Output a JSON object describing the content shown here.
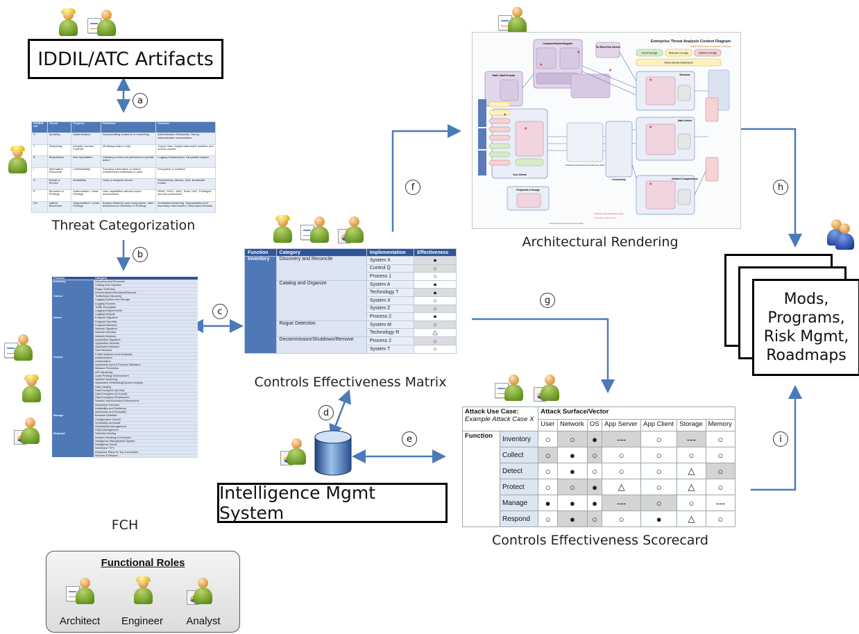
{
  "colors": {
    "table_header": "#2f5597",
    "table_function": "#4f79b6",
    "table_row_alt": "#dde5f2",
    "arrow": "#4a7ab8",
    "outline": "#000000"
  },
  "artifacts_box": {
    "label": "IDDIL/ATC Artifacts"
  },
  "threat_categorization": {
    "caption": "Threat Categorization",
    "headers": [
      "STRIDE LM",
      "Threat",
      "Property",
      "Definition",
      "Controls"
    ],
    "rows": [
      [
        "S",
        "Spoofing",
        "Authentication",
        "Impersonating someone or something",
        "Authentication Directories, Strong Authentication mechanisms"
      ],
      [
        "T",
        "Tampering",
        "Integrity / Access Controls",
        "Modifying data or code",
        "Crypto Hash, Digital watermark/ Isolation and access checks"
      ],
      [
        "R",
        "Repudiation",
        "Non-repudiation",
        "Claiming to have not performed a specific action",
        "Logging infrastructure, full-packet capture"
      ],
      [
        "I",
        "Information Disclosure",
        "Confidentiality",
        "Exposing information or data to unauthorized individuals or roles",
        "Encryption or Isolation"
      ],
      [
        "D",
        "Denial of Service",
        "Availability",
        "Deny or degrade service",
        "Redundancy, failover, QoS, Bandwidth throttle"
      ],
      [
        "E",
        "Elevation of Privilege",
        "Authorization / Least Privilege",
        "Gain capabilities without proper authorization",
        "RBAC, DACL, MAC, Sudo, UAC, Privileged account protections"
      ],
      [
        "LM",
        "Lateral Movement",
        "Segmentation / Least Privilege",
        "Expand influence post-compromise, often dependent on Elevation of Privilege",
        "Credential Hardening, Segmentation and Boundary enforcement, Host-based firewalls"
      ]
    ]
  },
  "fch": {
    "caption": "FCH",
    "headers": [
      "Function",
      "Category"
    ],
    "groups": [
      {
        "function": "Inventory",
        "categories": [
          "Discovery and Reconcile",
          "Catalog and Organize",
          "Rogue Detection",
          "Decommission/Shutdown/Remove"
        ]
      },
      {
        "function": "Collect",
        "categories": [
          "Traffic/Data Discovery",
          "Logging System and Storage",
          "Logging Sources",
          "Traffic Decryption",
          "Logging Requirements",
          "Logging Integrity"
        ]
      },
      {
        "function": "Detect",
        "categories": [
          "Endpoint Signature",
          "Endpoint Heuristic",
          "Endpoint Behavior",
          "Network Signature",
          "Network Heuristic",
          "Network Behavior",
          "Application Signature",
          "Application Heuristic",
          "Application Behavior",
          "User Behavior",
          "E-Mail Systems (non-endpoint)"
        ]
      },
      {
        "function": "Protect",
        "categories": [
          "Authentication",
          "Authorization",
          "Application Input & Protocol Validation",
          "Malware Prevention",
          "API Hardening",
          "Least Privilege Enforcement",
          "System Hardening",
          "Application Whitelisting/System Integrity",
          "Data Integrity",
          "Data Encryption (at rest)",
          "Data Encryption (in transit)",
          "Data Encryption Enablement",
          "Isolation and Boundary Enforcement",
          "Reputation Services",
          "Availability and Resiliency",
          "Awareness and Education"
        ]
      },
      {
        "function": "Manage",
        "categories": [
          "Baseline Definition",
          "Configuration Control",
          "Verification and Audit",
          "Vulnerability Management",
          "Patch Management"
        ]
      },
      {
        "function": "Respond",
        "categories": [
          "Detective Alerting",
          "Incident Handling & Forensics",
          "Intelligence Management System",
          "Intelligence Feeds",
          "Adversary TTPs",
          "Response Plans for Top 4 scenarios",
          "Recover & Restore"
        ]
      }
    ]
  },
  "cem": {
    "caption": "Controls Effectiveness Matrix",
    "headers": [
      "Function",
      "Category",
      "Implementation",
      "Effectiveness"
    ],
    "function": "Inventory",
    "groups": [
      {
        "category": "Discovery and Reconcile",
        "items": [
          [
            "System X",
            "●",
            true
          ],
          [
            "Control Q",
            "○",
            true
          ],
          [
            "Process 1",
            "○",
            false
          ]
        ]
      },
      {
        "category": "Catalog and Organize",
        "items": [
          [
            "System A",
            "●",
            false
          ],
          [
            "Technology T",
            "●",
            true
          ],
          [
            "System X",
            "○",
            false
          ],
          [
            "System Z",
            "○",
            true
          ],
          [
            "Process 2",
            "●",
            false
          ]
        ]
      },
      {
        "category": "Rogue Detection",
        "items": [
          [
            "System M",
            "○",
            true
          ],
          [
            "Technology R",
            "△",
            false
          ]
        ]
      },
      {
        "category": "Decommission/Shutdown/Remove",
        "items": [
          [
            "Process 2",
            "○",
            true
          ],
          [
            "System T",
            "○",
            false
          ]
        ]
      }
    ]
  },
  "architectural_rendering": {
    "caption": "Architectural Rendering",
    "title": "Enterprise Threat Analysis Context Diagram",
    "subtitle": "With Protection Controls Overlay",
    "legend": [
      "Good Coverage",
      "Moderate Coverage",
      "Little/No Coverage",
      "Critical Security Infrastructure"
    ],
    "nodes": [
      "Customer/Partner/Supplier",
      "The Rest of the Internet",
      "PaaS / SaaS Provider",
      "Core Clients",
      "Connectivity",
      "Data Centers",
      "Network Compartments",
      "Peripherals & Storage",
      "Network Connectivity (Cow and non-Cow)",
      "Extranets"
    ],
    "notes": [
      "= Actively exploited attack vector",
      "= Emerging attack vector"
    ],
    "footer": "Lockheed Martin Proprietary Information"
  },
  "intel_box": {
    "label": "Intelligence Mgmt System"
  },
  "scorecard": {
    "caption": "Controls Effectiveness Scorecard",
    "use_case_label": "Attack Use Case:",
    "use_case_value": "Example Attack Case X",
    "surface_label": "Attack Surface/Vector",
    "function_label": "Function",
    "columns": [
      "User",
      "Network",
      "OS",
      "App Server",
      "App Client",
      "Storage",
      "Memory"
    ],
    "rows": [
      {
        "name": "Inventory",
        "values": [
          "○",
          "○",
          "●",
          "---",
          "○",
          "---",
          "○"
        ]
      },
      {
        "name": "Collect",
        "values": [
          "○",
          "●",
          "○",
          "○",
          "○",
          "○",
          "○"
        ]
      },
      {
        "name": "Detect",
        "values": [
          "○",
          "●",
          "○",
          "○",
          "○",
          "△",
          "○"
        ]
      },
      {
        "name": "Protect",
        "values": [
          "○",
          "○",
          "●",
          "△",
          "○",
          "△",
          "○"
        ]
      },
      {
        "name": "Manage",
        "values": [
          "●",
          "●",
          "●",
          "---",
          "○",
          "○",
          "---"
        ]
      },
      {
        "name": "Respond",
        "values": [
          "○",
          "●",
          "○",
          "○",
          "●",
          "△",
          "○"
        ]
      }
    ],
    "gray_cells": [
      [
        0,
        1
      ],
      [
        0,
        2
      ],
      [
        0,
        3
      ],
      [
        0,
        5
      ],
      [
        1,
        0
      ],
      [
        1,
        2
      ],
      [
        2,
        6
      ],
      [
        3,
        1
      ],
      [
        3,
        2
      ],
      [
        4,
        3
      ],
      [
        4,
        4
      ],
      [
        5,
        1
      ],
      [
        5,
        2
      ]
    ]
  },
  "roadmaps": {
    "label_lines": [
      "Mods,",
      "Programs,",
      "Risk Mgmt,",
      "Roadmaps"
    ]
  },
  "letters": [
    "a",
    "b",
    "c",
    "d",
    "e",
    "f",
    "g",
    "h",
    "i"
  ],
  "roles": {
    "title": "Functional Roles",
    "items": [
      "Architect",
      "Engineer",
      "Analyst"
    ]
  }
}
